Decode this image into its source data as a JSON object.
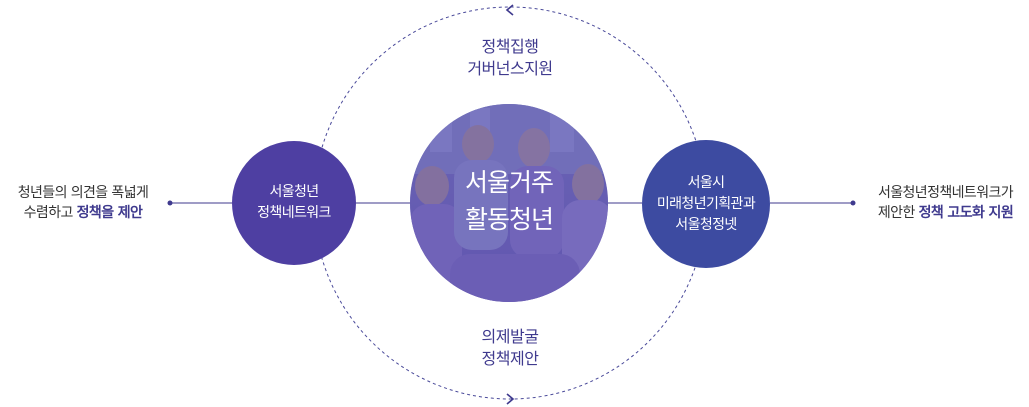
{
  "cycle": {
    "top_label": [
      "정책집행",
      "거버넌스지원"
    ],
    "bottom_label": [
      "의제발굴",
      "정책제안"
    ]
  },
  "left_node": {
    "lines": [
      "서울청년",
      "정책네트워크"
    ]
  },
  "right_node": {
    "lines": [
      "서울시",
      "미래청년기획관과",
      "서울청정넷"
    ]
  },
  "center_node": {
    "lines": [
      "서울거주",
      "활동청년"
    ],
    "image": "photo-of-young-people"
  },
  "left_text": {
    "line1": "청년들의 의견을 폭넓게",
    "line2_plain": "수렴하고 ",
    "line2_highlight": "정책을 제안"
  },
  "right_text": {
    "line1": "서울청년정책네트워크가",
    "line2_plain": "제안한 ",
    "line2_highlight": "정책 고도화 지원"
  },
  "colors": {
    "accent": "#3f3a8e",
    "left_node": "#4e3fa2",
    "right_node": "#3d4ba1",
    "center_overlay": "#5b4fb0",
    "text": "#333333"
  }
}
